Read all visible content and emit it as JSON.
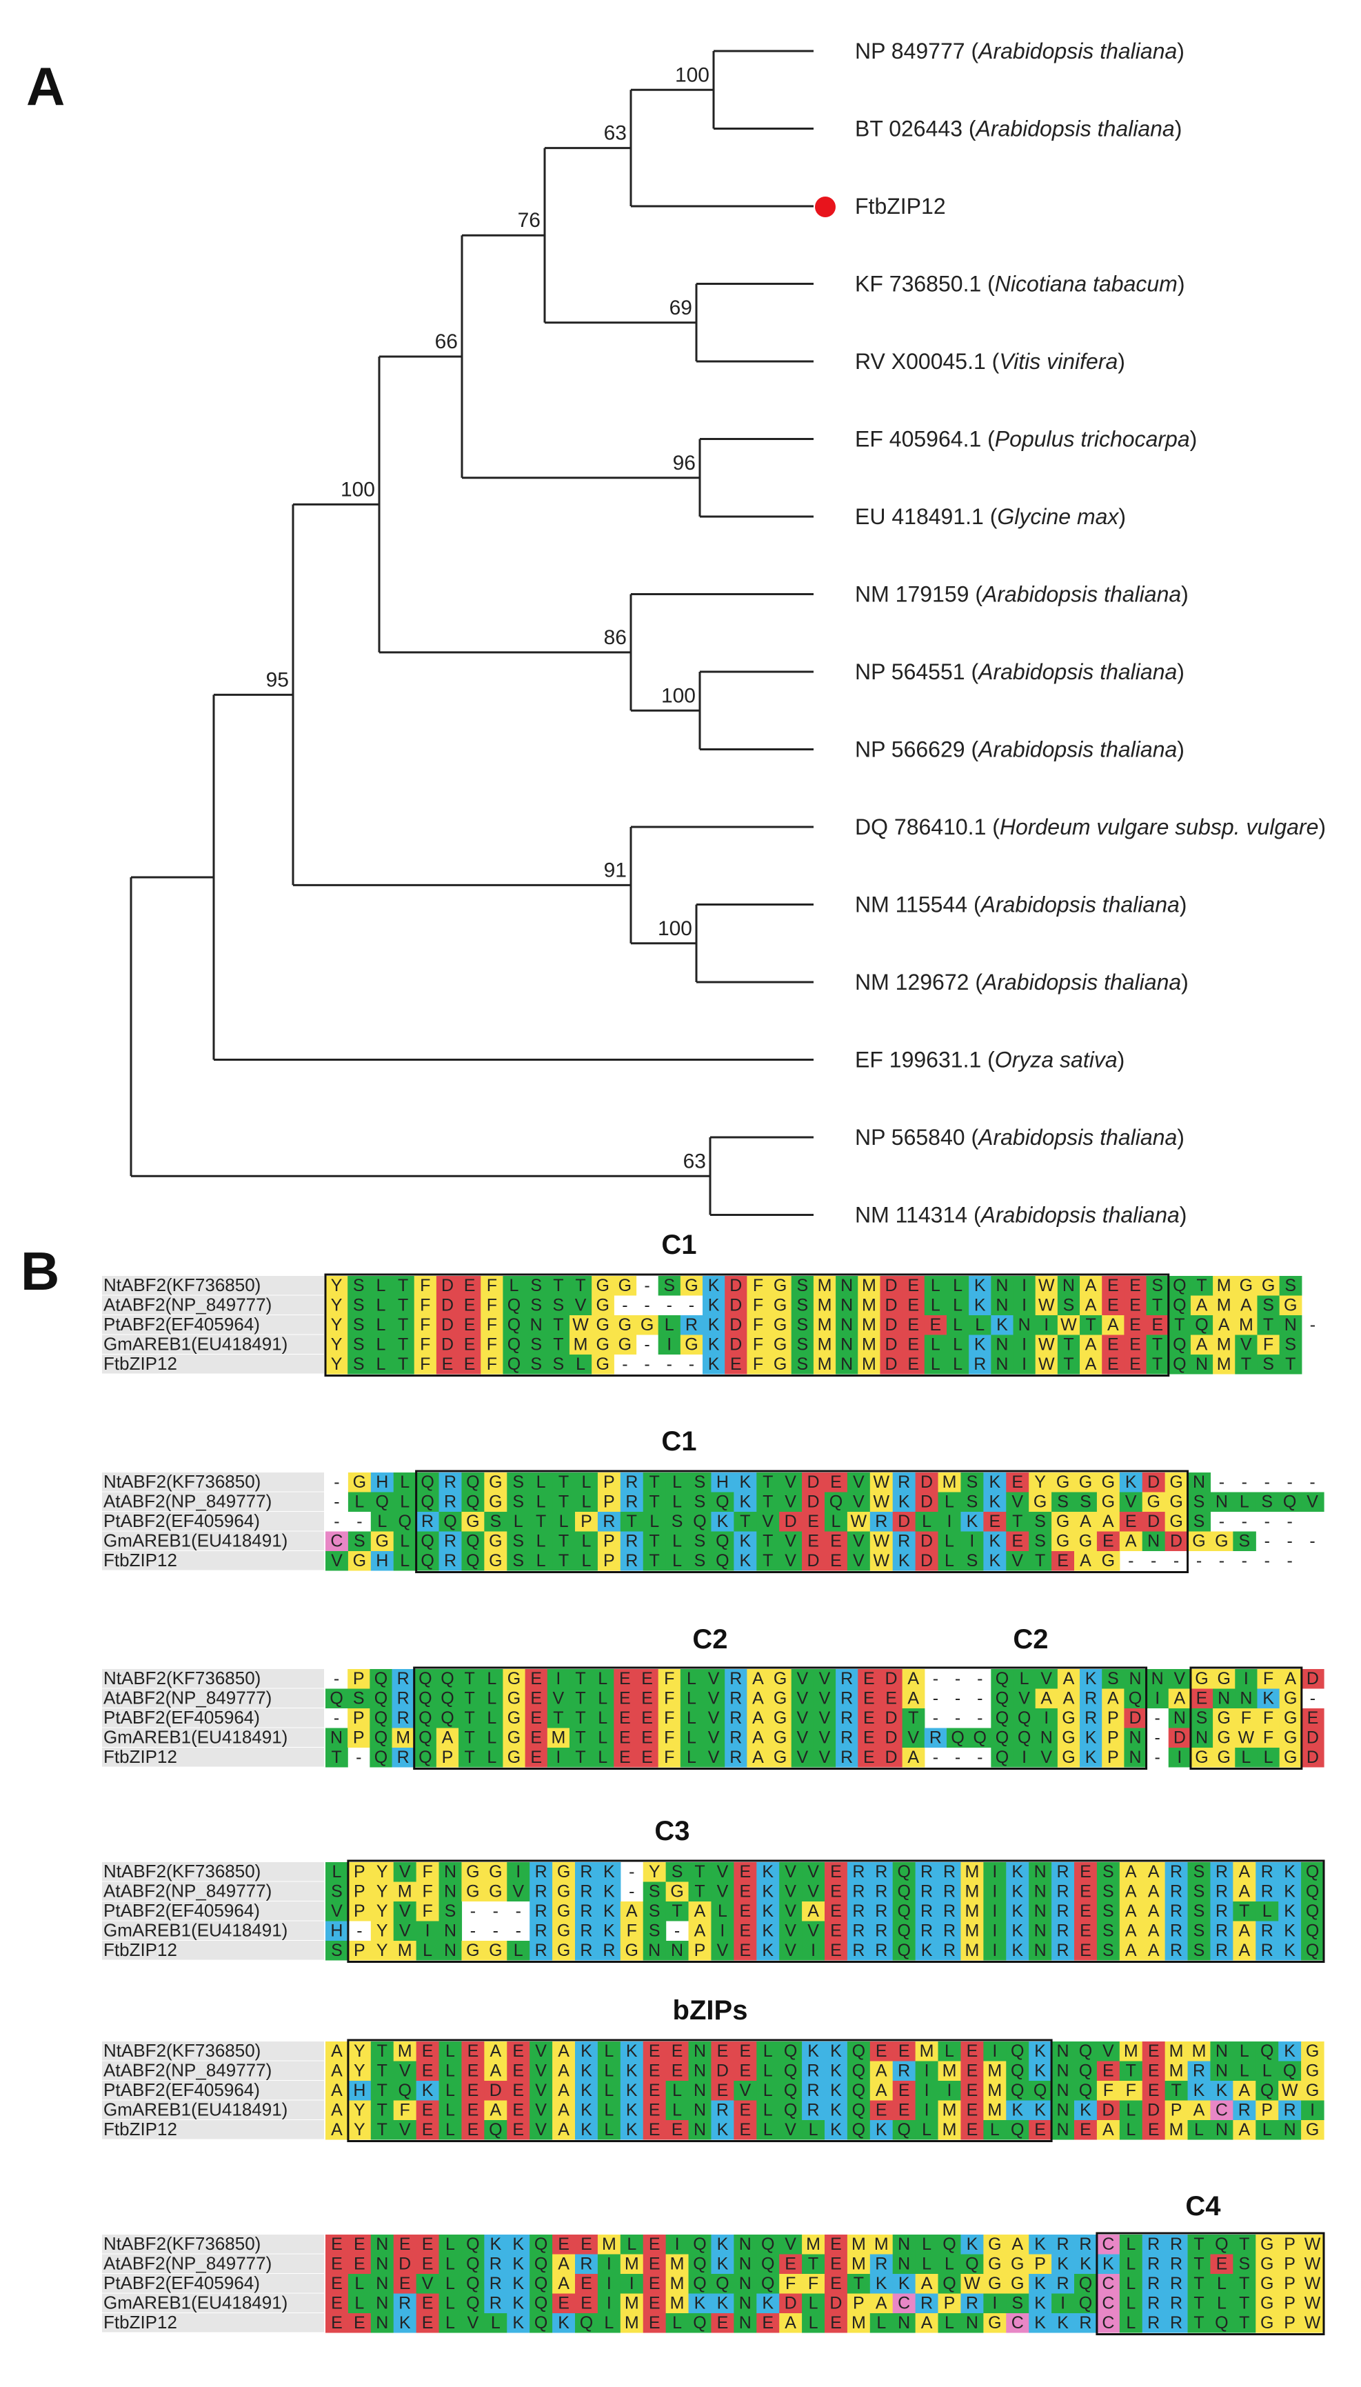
{
  "panelA": {
    "label": "A",
    "leaves": [
      {
        "acc": "NP 849777",
        "species": "Arabidopsis thaliana"
      },
      {
        "acc": "BT 026443",
        "species": "Arabidopsis thaliana"
      },
      {
        "acc": "FtbZIP12",
        "species": "",
        "marked": true
      },
      {
        "acc": "KF 736850.1",
        "species": "Nicotiana tabacum"
      },
      {
        "acc": "RV X00045.1",
        "species": "Vitis vinifera"
      },
      {
        "acc": "EF 405964.1",
        "species": "Populus trichocarpa"
      },
      {
        "acc": "EU 418491.1",
        "species": "Glycine max"
      },
      {
        "acc": "NM 179159",
        "species": "Arabidopsis thaliana"
      },
      {
        "acc": "NP 564551",
        "species": "Arabidopsis thaliana"
      },
      {
        "acc": "NP 566629",
        "species": "Arabidopsis thaliana"
      },
      {
        "acc": "DQ 786410.1",
        "species": "Hordeum vulgare subsp. vulgare"
      },
      {
        "acc": "NM 115544",
        "species": "Arabidopsis thaliana"
      },
      {
        "acc": "NM 129672",
        "species": "Arabidopsis thaliana"
      },
      {
        "acc": "EF 199631.1",
        "species": "Oryza sativa"
      },
      {
        "acc": "NP 565840",
        "species": "Arabidopsis thaliana"
      },
      {
        "acc": "NM 114314",
        "species": "Arabidopsis thaliana"
      }
    ],
    "bootstrap": [
      "100",
      "63",
      "69",
      "76",
      "96",
      "66",
      "100",
      "86",
      "100",
      "91",
      "100",
      "95",
      "63"
    ]
  },
  "panelB": {
    "label": "B",
    "names": [
      "NtABF2(KF736850)",
      "AtABF2(NP_849777)",
      "PtABF2(EF405964)",
      "GmAREB1(EU418491)",
      "FtbZIP12"
    ],
    "blocks": [
      {
        "seqs": [
          "YSLTFDEFLSTTGG-SGKDFGSMNMDELLKNIWNAEESQTMGGS",
          "YSLTFDEFQSSVG----KDFGSMNMDELLKNIWSAEETQAMASG",
          "YSLTFDEFQNTWGGGLRKDFGSMNMDEELLKNIWTAEETQAMTN-",
          "YSLTFDEFQSTMGG-IGKDFGSMNMDELLKNIWTAEETQAMVFS",
          "YSLTFEEFQSSLG----KEFGSMNMDELLRNIWTAEETQNMTST"
        ],
        "titles": [
          "C1"
        ]
      },
      {
        "seqs": [
          "-GHLQRQGSLTLPRTLSHKTVDEVWRDMSKEYGGGKDGN-----",
          "-LQLQRQGSLTLPRTLSQKTVDQVWKDLSKVGSSGVGGSNLSQV",
          "--LQRQGSLTLPRTLSQKTVDELWRDLIKETSGAAEDGS----",
          "CSGLQRQGSLTLPRTLSQKTVEEVWRDLIKESGGEANDGGS---",
          "VGHLQRQGSLTLPRTLSQKTVDEVWKDLSKVTEAG--------"
        ],
        "titles": [
          "C1"
        ]
      },
      {
        "seqs": [
          "-PQRQQTLGEITLEEFLVRAGVVREDA---QLVAKSNNVGGIFAD",
          "QSQRQQTLGEVTLEEFLVRAGVVREEA---QVAARAQIAENNKG-",
          "-PQRQQTLGETTLEEFLVRAGVVREDT---QQIGRPD-NSGFFGE",
          "NPQMQATLGEMTLEEFLVRAGVVREDVRQQQQNGKPN-DNGWFGD",
          "T-QRQPTLGEITLEEFLVRAGVVREDA---QIVGKPN-IGGLLGD"
        ],
        "titles": [
          "C2",
          "C2"
        ]
      },
      {
        "seqs": [
          "LPYVFNGGIRGRK-YSTVEKVVERRQRRMIKNRESAARSRARKQ",
          "SPYMFNGGVRGRK-SGTVEKVVERRQRRMIKNRESAARSRARKQ",
          "VPYVFS---RGRKASTALEKVAERRQRRMIKNRESAARSRTLKQ",
          "H-YVIN---RGRKFS-AIEKVVERRQRRMIKNRESAARSRARKQ",
          "SPYMLNGGLRGRRGNNPVEKVIERRQKRMIKNRESAARSRARKQ"
        ],
        "titles": [
          "C3"
        ]
      },
      {
        "seqs": [
          "AYTMELEAEVAKLKEENEELQKKQEEMLEIQKNQVMEMMNLQKG",
          "AYTVELEAEVAKLKEENDELQRKQARIMEMQKNQETEMRNLLQG",
          "AHTQKLEDEVAKLKELNEVLQRKQAEIIEMQQNQFFETKKAQWG",
          "AYTFELEAEVAKLKELNRELQRKQEEIMEMKKNKDLDPACRPRI",
          "AYTVELEQEVAKLKEENKELVLKQKQLMELQENEALEMLNALNG"
        ],
        "titles": [
          "bZIPs"
        ]
      },
      {
        "seqs": [
          "EENEELQKKQEEMLEIQKNQVMEMMNLQKGAKRRCLRRTQTGPW",
          "EENDELQRKQARIMEMQKNQETEMRNLLQGGPKKKLRRTESGPW",
          "ELNEVLQRKQAEIIEMQQNQFFETKKAQWGGKRQCLRRTLTGPW",
          "ELNRELQRKQEEIMEMKKNKDLDPACRPRISKIQCLRRTLTGPW",
          "EENKELVLKQKQLMELQENEALEMLNALNGCKKRCLRRTQTGPW"
        ],
        "titles": [
          "C4"
        ]
      }
    ],
    "colors": {
      "green": "#26ae45",
      "yellow": "#f9e44a",
      "red": "#e0484d",
      "orange": "#f38e3c",
      "purple": "#a14ed6",
      "blue": "#3fb4e4",
      "magenta": "#d83ad1",
      "pink": "#e887c6",
      "gray": "#dcdcdc",
      "white": "#ffffff"
    },
    "marker_color": "#e8141c"
  }
}
